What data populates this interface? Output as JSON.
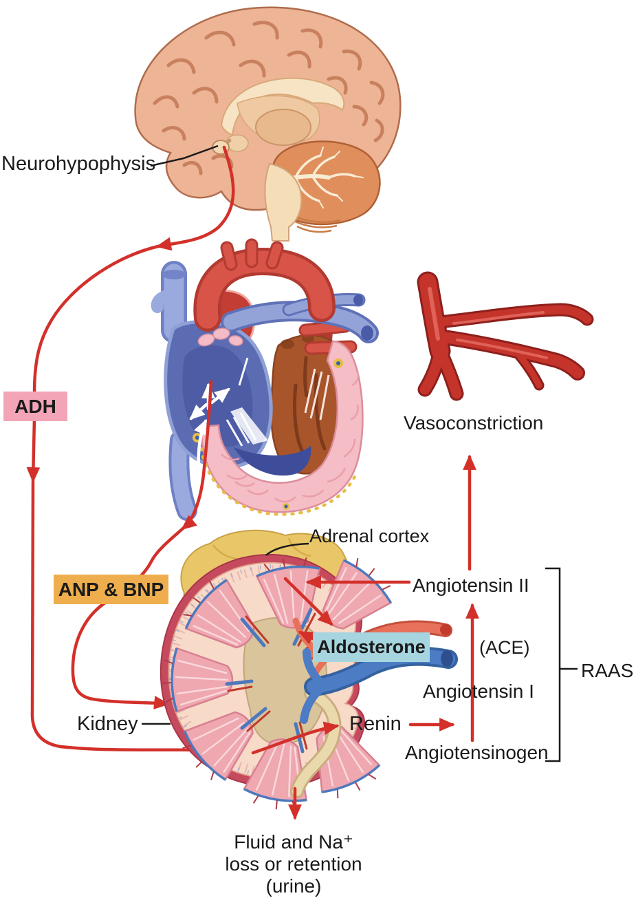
{
  "labels": {
    "neurohypophysis": "Neurohypophysis",
    "adh": "ADH",
    "vasoconstriction": "Vasoconstriction",
    "adrenal_cortex": "Adrenal cortex",
    "anp_bnp": "ANP & BNP",
    "aldosterone": "Aldosterone",
    "angiotensin_ii": "Angiotensin II",
    "ace": "(ACE)",
    "angiotensin_i": "Angiotensin I",
    "angiotensinogen": "Angiotensinogen",
    "raas": "RAAS",
    "kidney": "Kidney",
    "renin": "Renin",
    "urine_line1": "Fluid and Na⁺",
    "urine_line2": "loss or retention",
    "urine_line3": "(urine)"
  },
  "illustrations": [
    {
      "name": "brain-illustration",
      "depicts": "sagittal brain section with neurohypophysis (pituitary)"
    },
    {
      "name": "heart-illustration",
      "depicts": "frontal heart section with stretch arrows in right atrium"
    },
    {
      "name": "blood-vessel-illustration",
      "depicts": "branching arteriole (vasoconstriction)"
    },
    {
      "name": "kidney-illustration",
      "depicts": "frontal kidney section with adrenal gland, renal vessels and ureter"
    }
  ],
  "flow_arrows": [
    "Neurohypophysis → ADH → Kidney",
    "Heart → ANP & BNP → Kidney",
    "Kidney → Renin → Angiotensinogen",
    "Angiotensinogen → Angiotensin I → (ACE) → Angiotensin II",
    "Angiotensin II → Vasoconstriction",
    "Angiotensin II → Adrenal cortex → Aldosterone → Kidney",
    "Kidney → Fluid and Na⁺ loss or retention (urine)"
  ],
  "colors": {
    "arrow_red": "#D3302A",
    "label_text": "#1A1A1A",
    "adh_box": "#F3A5B7",
    "anp_bnp_box": "#EFAE4D",
    "aldosterone_box": "#A6D5DF",
    "brain_cortex": "#EDB495",
    "cerebellum": "#E08F5C",
    "heart_vessel_blue": "#93A3D8",
    "heart_chamber_blue": "#5B6CB3",
    "heart_muscle_brown": "#A8552B",
    "heart_wall_pink": "#F5BDC5",
    "aorta_red": "#D85348",
    "vessel_red": "#C5342B",
    "kidney_capsule": "#C64A5E",
    "kidney_cortex": "#F8DAC9",
    "kidney_pyramid": "#EFA7B0",
    "adrenal_yellow": "#E9C768",
    "ureter_cream": "#EBD9AE"
  }
}
